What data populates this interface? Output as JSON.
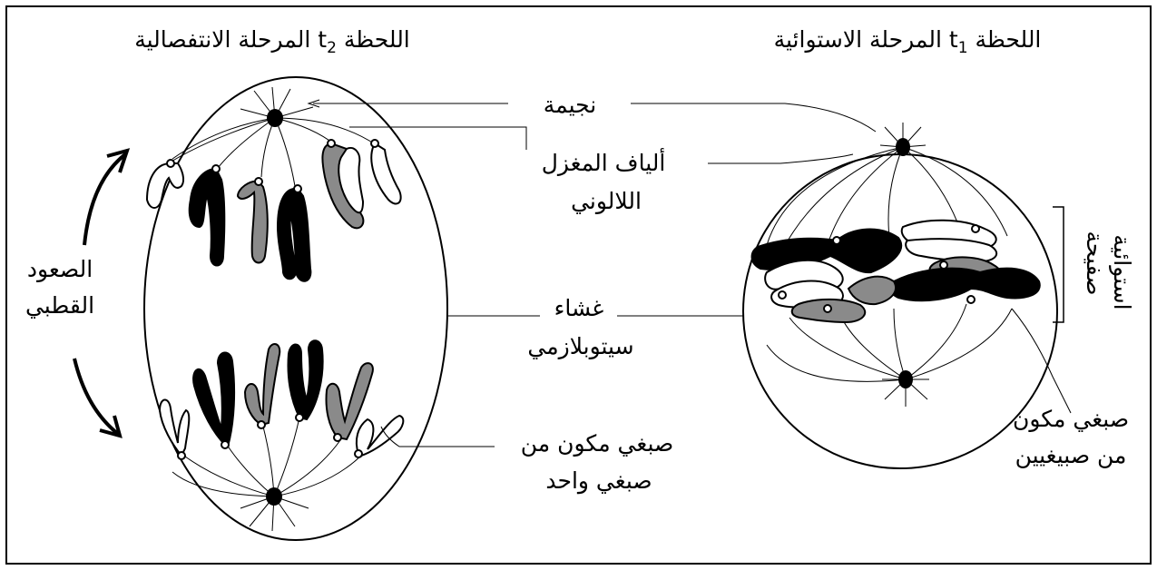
{
  "titles": {
    "anaphase": {
      "text": "اللحظة t",
      "sub": "2",
      "rest": " المرحلة الانتفصالية"
    },
    "metaphase": {
      "text": "اللحظة t",
      "sub": "1",
      "rest": " المرحلة الاستوائية"
    }
  },
  "labels": {
    "centriole": "نجيمة",
    "spindle_line1": "ألياف المغزل",
    "spindle_line2": "اللالوني",
    "membrane_line1": "غشاء",
    "membrane_line2": "سيتوبلازمي",
    "single_chromatid_line1": "صبغي مكون من",
    "single_chromatid_line2": "صبغي واحد",
    "double_chromatid_line1": "صبغي مكون",
    "double_chromatid_line2": "من صبيغيين",
    "polar_ascent_line1": "الصعود",
    "polar_ascent_line2": "القطبي",
    "equatorial_plate_line1": "صفيحة",
    "equatorial_plate_line2": "استوائية"
  },
  "colors": {
    "black_chromosome": "#000000",
    "gray_chromosome": "#8a8a8a",
    "white_chromosome": "#ffffff",
    "outline": "#000000"
  }
}
